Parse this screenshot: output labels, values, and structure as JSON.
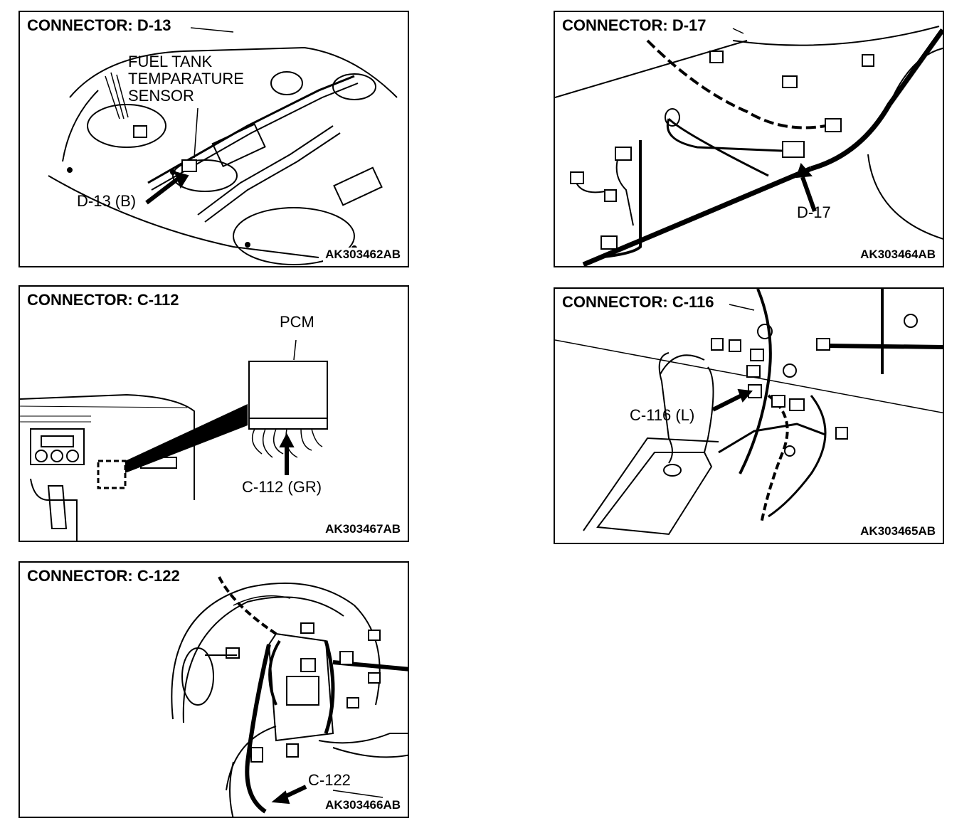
{
  "panels": [
    {
      "title": "CONNECTOR: D-13",
      "code": "AK303462AB",
      "labels": [
        "FUEL TANK",
        "TEMPARATURE",
        "SENSOR"
      ],
      "callout": "D-13 (B)"
    },
    {
      "title": "CONNECTOR: D-17",
      "code": "AK303464AB",
      "callout": "D-17"
    },
    {
      "title": "CONNECTOR: C-112",
      "code": "AK303467AB",
      "component": "PCM",
      "callout": "C-112 (GR)"
    },
    {
      "title": "CONNECTOR: C-116",
      "code": "AK303465AB",
      "callout": "C-116 (L)"
    },
    {
      "title": "CONNECTOR: C-122",
      "code": "AK303466AB",
      "callout": "C-122"
    }
  ]
}
